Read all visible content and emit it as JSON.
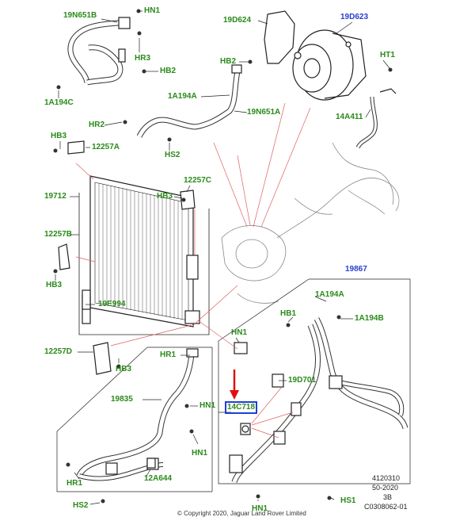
{
  "labels": {
    "l19N651B": "19N651B",
    "lHN1a": "HN1",
    "lHR3": "HR3",
    "lHB2a": "HB2",
    "l1A194C": "1A194C",
    "l19D624": "19D624",
    "l19D623": "19D623",
    "lHB2b": "HB2",
    "lHT1": "HT1",
    "l1A194A_top": "1A194A",
    "l19N651A": "19N651A",
    "l14A411": "14A411",
    "lHR2": "HR2",
    "lHB3a": "HB3",
    "l12257A": "12257A",
    "lHS2a": "HS2",
    "l19712": "19712",
    "l12257C": "12257C",
    "lHB3b": "HB3",
    "l12257B": "12257B",
    "lHB3c": "HB3",
    "l19E994": "19E994",
    "l19867": "19867",
    "l1A194A_right": "1A194A",
    "lHB1": "HB1",
    "l1A194B": "1A194B",
    "lHN1b": "HN1",
    "l12257D": "12257D",
    "lHR1a": "HR1",
    "lHB3d": "HB3",
    "l19D701": "19D701",
    "l14C718": "14C718",
    "l19835": "19835",
    "lHN1c": "HN1",
    "lHN1d": "HN1",
    "lHR1b": "HR1",
    "l12A644": "12A644",
    "lHS2b": "HS2",
    "lHN1e": "HN1",
    "lHS1": "HS1"
  },
  "footer": {
    "ref1": "4120310",
    "ref2": "50-2020",
    "ref3": "3B",
    "ref4": "C0308062-01",
    "copyright": "© Copyright 2020, Jaguar Land Rover Limited"
  }
}
